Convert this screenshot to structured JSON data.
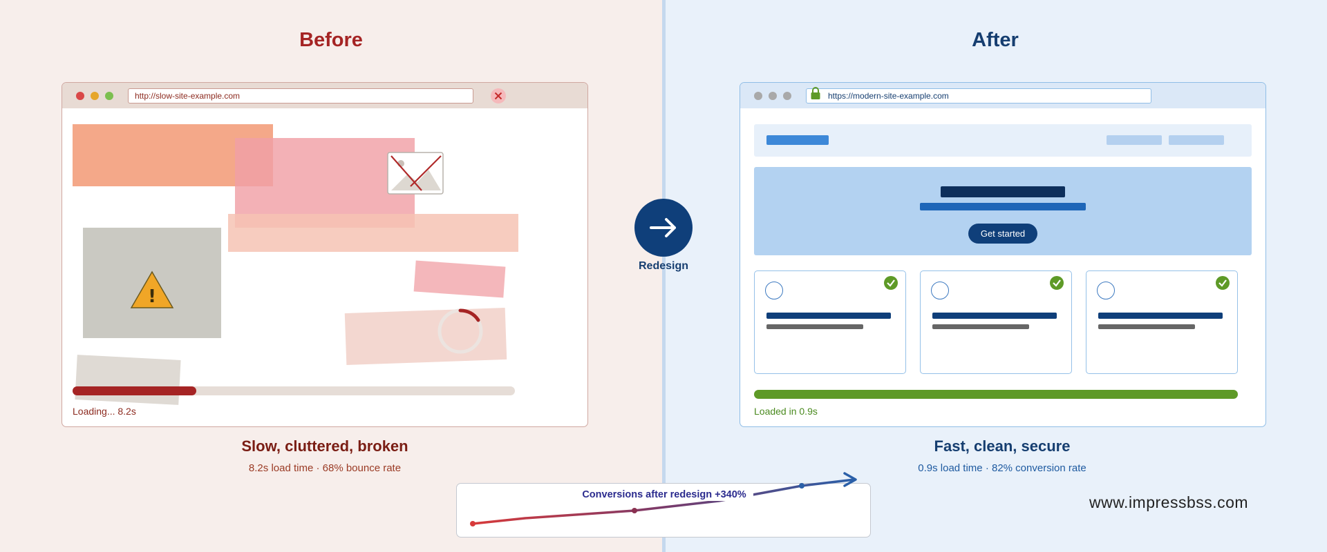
{
  "before": {
    "title": "Before",
    "url": "http://slow-site-example.com",
    "loading_text": "Loading... 8.2s",
    "progress": 0.28,
    "caption": "Slow, cluttered, broken",
    "subcaption": "8.2s load time · 68% bounce rate",
    "warning_glyph": "!"
  },
  "after": {
    "title": "After",
    "url": "https://modern-site-example.com",
    "cta_label": "Get started",
    "loaded_text": "Loaded in 0.9s",
    "progress": 1.0,
    "caption": "Fast, clean, secure",
    "subcaption": "0.9s load time · 82% conversion rate"
  },
  "transition": {
    "label": "Redesign"
  },
  "chart": {
    "title": "Conversions after redesign +340%"
  },
  "watermark": "www.impressbss.com",
  "colors": {
    "before_accent": "#a52424",
    "after_accent": "#163e70",
    "success": "#5e9a27",
    "badge_blue": "#0f3f7a"
  }
}
